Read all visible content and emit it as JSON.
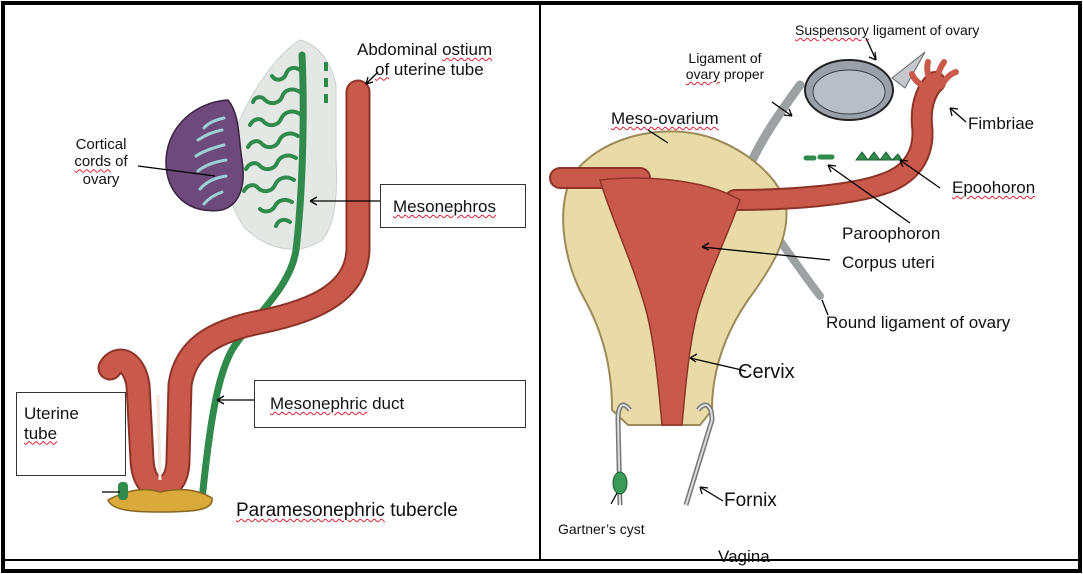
{
  "left_panel": {
    "labels": {
      "abdominal_ostium_line1_word1": "Abdominal",
      "abdominal_ostium_line1_word2": "ostium",
      "abdominal_ostium_line2_word1": "of",
      "abdominal_ostium_line2_word2": "uterine tube",
      "cortical_line1": "Cortical",
      "cortical_line2_word1": "cords",
      "cortical_line2_word2": "of",
      "cortical_line3": "ovary",
      "mesonephros": "Mesonephros",
      "mesonephric_duct_word1": "Mesonephric",
      "mesonephric_duct_word2": "duct",
      "uterine_line1": "Uterine",
      "uterine_line2": "tube",
      "paramesonephric_word1": "Paramesonephric",
      "paramesonephric_word2": "tubercle"
    }
  },
  "right_panel": {
    "labels": {
      "suspensory_word1": "Suspensory",
      "suspensory_rest": "ligament of ovary",
      "ligament_line1": "Ligament of",
      "ligament_line2_word1": "ovary",
      "ligament_line2_word2": "proper",
      "meso_ovarium": "Meso-ovarium",
      "fimbriae": "Fimbriae",
      "epoohoron": "Epoohoron",
      "paroophoron": "Paroophoron",
      "corpus_uteri": "Corpus uteri",
      "round_ligament": "Round ligament of ovary",
      "cervix": "Cervix",
      "fornix": "Fornix",
      "gartners_cyst": "Gartner’s cyst",
      "vagina": "Vagina"
    }
  },
  "colors": {
    "tube_red": "#c95a4b",
    "tube_red_dark": "#8e3328",
    "mesonephros_green": "#2f8a4c",
    "uterus_cream": "#e9dba7",
    "tubercle_gold": "#d9a93a",
    "ovary_purple": "#6b4a78",
    "stroma_grey": "#dfe5e2",
    "squiggle": "#dd2222"
  }
}
